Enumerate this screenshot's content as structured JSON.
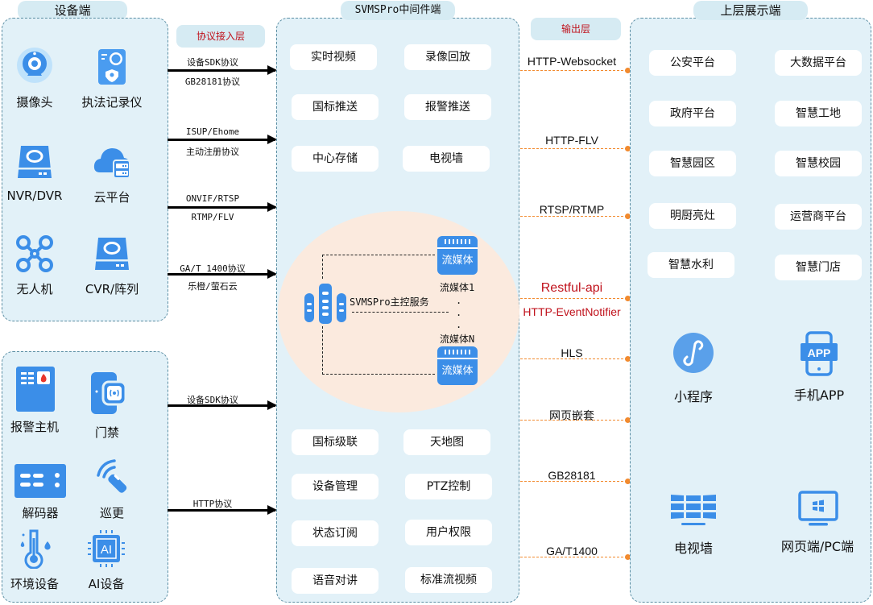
{
  "colors": {
    "panel_bg": "#e2f1f8",
    "panel_border": "#5b8ea3",
    "icon_blue": "#3b8ee8",
    "accent_red": "#c0121c",
    "output_orange": "#f28a2e",
    "core_ellipse": "#fbeade"
  },
  "device_panel": {
    "title": "设备端",
    "group1": [
      {
        "label": "摄像头",
        "icon": "webcam-icon"
      },
      {
        "label": "执法记录仪",
        "icon": "body-camera-icon"
      },
      {
        "label": "NVR/DVR",
        "icon": "nvr-disk-icon"
      },
      {
        "label": "云平台",
        "icon": "cloud-server-icon"
      },
      {
        "label": "无人机",
        "icon": "drone-icon"
      },
      {
        "label": "CVR/阵列",
        "icon": "storage-array-icon"
      }
    ],
    "group2": [
      {
        "label": "报警主机",
        "icon": "alarm-host-icon"
      },
      {
        "label": "门禁",
        "icon": "access-control-icon"
      },
      {
        "label": "解码器",
        "icon": "decoder-icon"
      },
      {
        "label": "巡更",
        "icon": "patrol-wand-icon"
      },
      {
        "label": "环境设备",
        "icon": "thermometer-icon"
      },
      {
        "label": "AI设备",
        "icon": "ai-chip-icon"
      }
    ]
  },
  "input_layer": {
    "title": "协议接入层",
    "protocols": [
      {
        "top": "设备SDK协议",
        "bottom": "GB28181协议"
      },
      {
        "top": "ISUP/Ehome",
        "bottom": "主动注册协议"
      },
      {
        "top": "ONVIF/RTSP",
        "bottom": "RTMP/FLV"
      },
      {
        "top": "GA/T 1400协议",
        "bottom": "乐橙/萤石云"
      },
      {
        "top": "设备SDK协议",
        "bottom": ""
      },
      {
        "top": "HTTP协议",
        "bottom": ""
      }
    ]
  },
  "middleware": {
    "title": "SVMSPro中间件端",
    "top_modules": [
      "实时视频",
      "录像回放",
      "国标推送",
      "报警推送",
      "中心存储",
      "电视墙"
    ],
    "bottom_modules": [
      "国标级联",
      "天地图",
      "设备管理",
      "PTZ控制",
      "状态订阅",
      "用户权限",
      "语音对讲",
      "标准流视频"
    ],
    "core": {
      "master_label": "SVMSPro主控服务",
      "media_box_label": "流媒体",
      "media_first": "流媒体1",
      "media_last": "流媒体N",
      "ellipsis": "."
    }
  },
  "output_layer": {
    "title": "输出层",
    "protocols": [
      {
        "label": "HTTP-Websocket",
        "highlight": false
      },
      {
        "label": "HTTP-FLV",
        "highlight": false
      },
      {
        "label": "RTSP/RTMP",
        "highlight": false
      },
      {
        "label": "Restful-api",
        "highlight": true
      },
      {
        "label": "HTTP-EventNotifier",
        "highlight": true
      },
      {
        "label": "HLS",
        "highlight": false
      },
      {
        "label": "网页嵌套",
        "highlight": false
      },
      {
        "label": "GB28181",
        "highlight": false
      },
      {
        "label": "GA/T1400",
        "highlight": false
      }
    ]
  },
  "display_panel": {
    "title": "上层展示端",
    "platforms": [
      "公安平台",
      "大数据平台",
      "政府平台",
      "智慧工地",
      "智慧园区",
      "智慧校园",
      "明厨亮灶",
      "运营商平台",
      "智慧水利",
      "智慧门店"
    ],
    "clients": [
      {
        "label": "小程序",
        "icon": "mini-program-icon"
      },
      {
        "label": "手机APP",
        "icon": "mobile-app-icon"
      },
      {
        "label": "电视墙",
        "icon": "video-wall-icon"
      },
      {
        "label": "网页端/PC端",
        "icon": "pc-monitor-icon"
      }
    ],
    "app_badge": "APP",
    "ai_badge": "AI"
  }
}
